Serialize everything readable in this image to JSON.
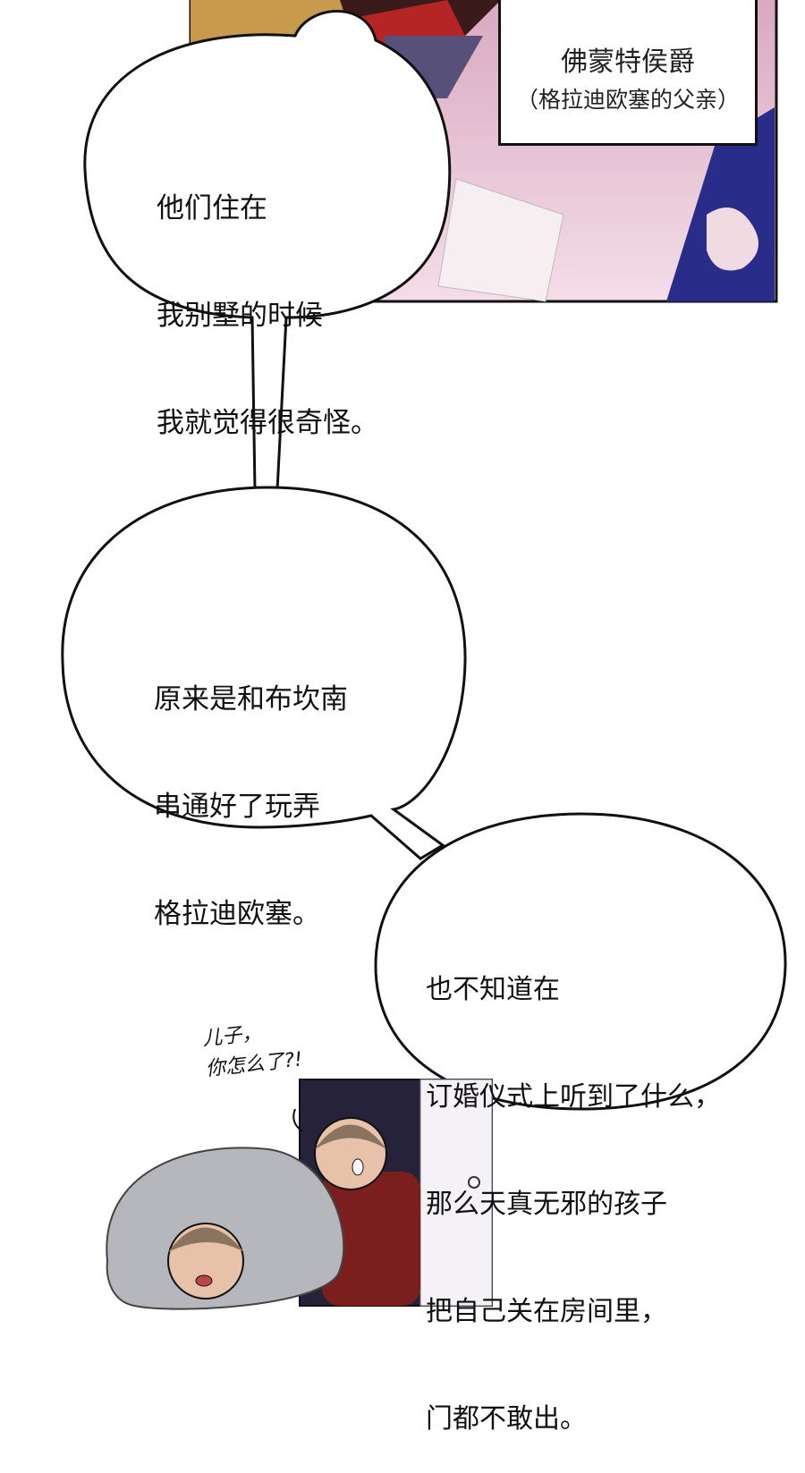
{
  "panel_top": {
    "caption": {
      "name": "佛蒙特侯爵",
      "note": "（格拉迪欧塞的父亲）"
    }
  },
  "bubbles": [
    {
      "lines": [
        "他们住在",
        "我别墅的时候",
        "我就觉得很奇怪。"
      ]
    },
    {
      "lines": [
        "原来是和布坎南",
        "串通好了玩弄",
        "格拉迪欧塞。"
      ]
    },
    {
      "lines": [
        "也不知道在",
        "订婚仪式上听到了什么，",
        "那么天真无邪的孩子",
        "把自己关在房间里，",
        "门都不敢出。"
      ]
    }
  ],
  "sfx": {
    "lines": [
      "儿子，",
      "你怎么了?!"
    ]
  },
  "colors": {
    "panel_pink": "#e9c6d6",
    "panel_navy": "#2a2c8a",
    "outline": "#111111"
  }
}
